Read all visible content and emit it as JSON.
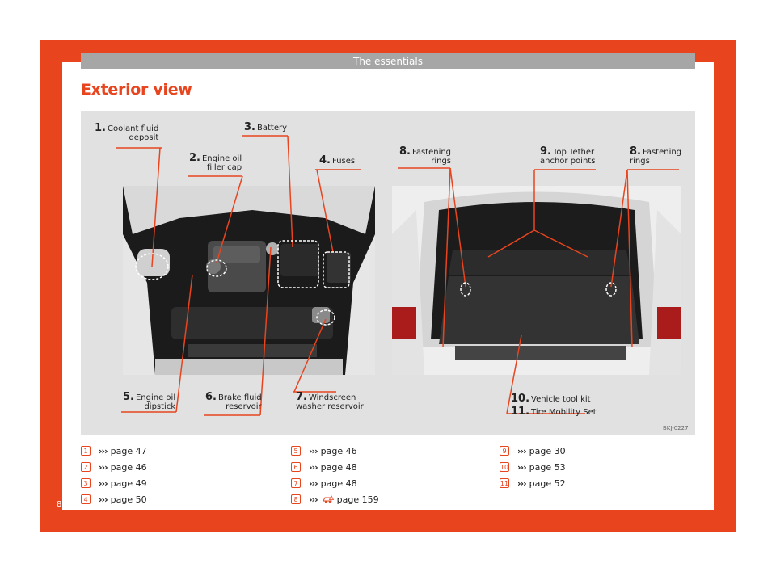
{
  "header": {
    "section": "The essentials",
    "page_title": "Exterior view"
  },
  "figure": {
    "code": "BKJ-0227",
    "labels": {
      "l1": {
        "num": "1.",
        "line1": "Coolant fluid",
        "line2": "deposit"
      },
      "l2": {
        "num": "2.",
        "line1": "Engine oil",
        "line2": "filler cap"
      },
      "l3": {
        "num": "3.",
        "line1": "Battery"
      },
      "l4": {
        "num": "4.",
        "line1": "Fuses"
      },
      "l5": {
        "num": "5.",
        "line1": "Engine oil",
        "line2": "dipstick"
      },
      "l6": {
        "num": "6.",
        "line1": "Brake fluid",
        "line2": "reservoir"
      },
      "l7": {
        "num": "7.",
        "line1": "Windscreen",
        "line2": "washer reservoir"
      },
      "l8a": {
        "num": "8.",
        "line1": "Fastening",
        "line2": "rings"
      },
      "l9": {
        "num": "9.",
        "line1": "Top Tether",
        "line2": "anchor points"
      },
      "l8b": {
        "num": "8.",
        "line1": "Fastening",
        "line2": "rings"
      },
      "l10": {
        "num": "10.",
        "line1": "Vehicle tool kit"
      },
      "l11": {
        "num": "11.",
        "line1": "Tire Mobility Set"
      }
    }
  },
  "refs": {
    "col1": [
      {
        "badge": "1",
        "arrow": "›››",
        "text": "page 47"
      },
      {
        "badge": "2",
        "arrow": "›››",
        "text": "page 46"
      },
      {
        "badge": "3",
        "arrow": "›››",
        "text": "page 49"
      },
      {
        "badge": "4",
        "arrow": "›››",
        "text": "page 50"
      }
    ],
    "col2": [
      {
        "badge": "5",
        "arrow": "›››",
        "text": "page 46"
      },
      {
        "badge": "6",
        "arrow": "›››",
        "text": "page 48"
      },
      {
        "badge": "7",
        "arrow": "›››",
        "text": "page 48"
      },
      {
        "badge": "8",
        "arrow": "›››",
        "text": "page 159",
        "icon": "warning-car-icon"
      }
    ],
    "col3": [
      {
        "badge": "9",
        "arrow": "›››",
        "text": "page 30"
      },
      {
        "badge": "10",
        "arrow": "›››",
        "text": "page 53"
      },
      {
        "badge": "11",
        "arrow": "›››",
        "text": "page 52"
      }
    ]
  },
  "footer": {
    "page_number": "8"
  },
  "colors": {
    "accent": "#e8451f",
    "header_gray": "#a6a6a6",
    "figure_bg": "#e1e1e1"
  }
}
